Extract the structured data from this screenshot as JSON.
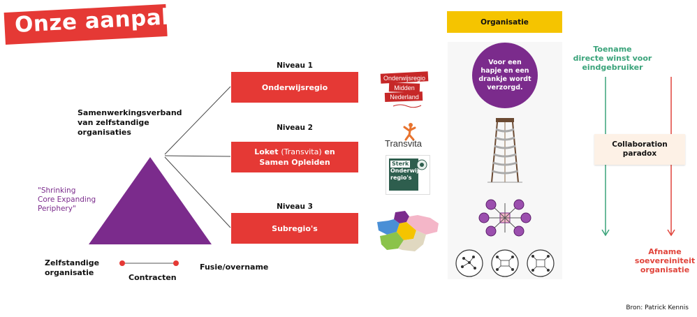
{
  "title": "Onze aanpak",
  "levels": [
    {
      "label": "Niveau 1",
      "box": "Onderwijsregio"
    },
    {
      "label": "Niveau 2",
      "box_line1_a": "Loket ",
      "box_line1_b": "(Transvita)",
      "box_line1_c": " en",
      "box_line2": "Samen Opleiden"
    },
    {
      "label": "Niveau 3",
      "box": "Subregio's"
    }
  ],
  "samenwerking": [
    "Samenwerkingsverband",
    "van zelfstandige",
    "organisaties"
  ],
  "shrinking": [
    "\"Shrinking",
    "Core Expanding",
    "Periphery\""
  ],
  "zelfstandige": [
    "Zelfstandige",
    "organisatie"
  ],
  "contracten": "Contracten",
  "fusie": "Fusie/overname",
  "logos": {
    "onderwijsregio": [
      "Onderwijsregio",
      "Midden",
      "Nederland"
    ],
    "transvita": "Transvita",
    "sterk": [
      "Sterk",
      "Onderwijs-",
      "regio's"
    ]
  },
  "organisatie": {
    "header": "Organisatie",
    "circle_text": [
      "Voor een",
      "hapje en een",
      "drankje wordt",
      "verzorgd."
    ]
  },
  "toename": [
    "Toename",
    "directe winst voor",
    "eindgebruiker"
  ],
  "paradox": [
    "Collaboration",
    "paradox"
  ],
  "afname": [
    "Afname",
    "soevereiniteit",
    "organisatie"
  ],
  "bron": "Bron: Patrick Kennis",
  "colors": {
    "red": "#e53935",
    "purple": "#7b2b8c",
    "yellow": "#f5c400",
    "green": "#3aa37a",
    "arrow_red": "#e0443b"
  }
}
